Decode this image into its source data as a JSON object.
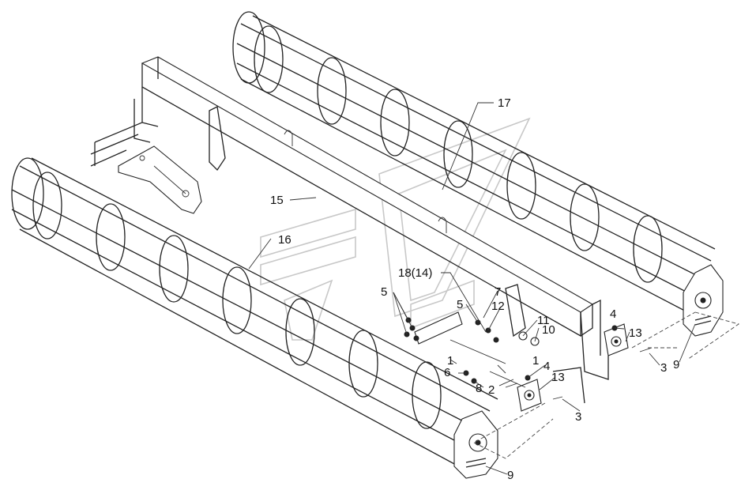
{
  "labels": {
    "l1a": "1",
    "l1b": "1",
    "l2": "2",
    "l3a": "3",
    "l3b": "3",
    "l4a": "4",
    "l4b": "4",
    "l5a": "5",
    "l5b": "5",
    "l6": "6",
    "l7": "7",
    "l8": "8",
    "l9a": "9",
    "l9b": "9",
    "l10": "10",
    "l11": "11",
    "l12": "12",
    "l13a": "13",
    "l13b": "13",
    "l15": "15",
    "l16": "16",
    "l17": "17",
    "l18": "18(14)"
  },
  "colors": {
    "ink": "#222222",
    "background": "#ffffff",
    "watermark": "#c8c8c8"
  }
}
